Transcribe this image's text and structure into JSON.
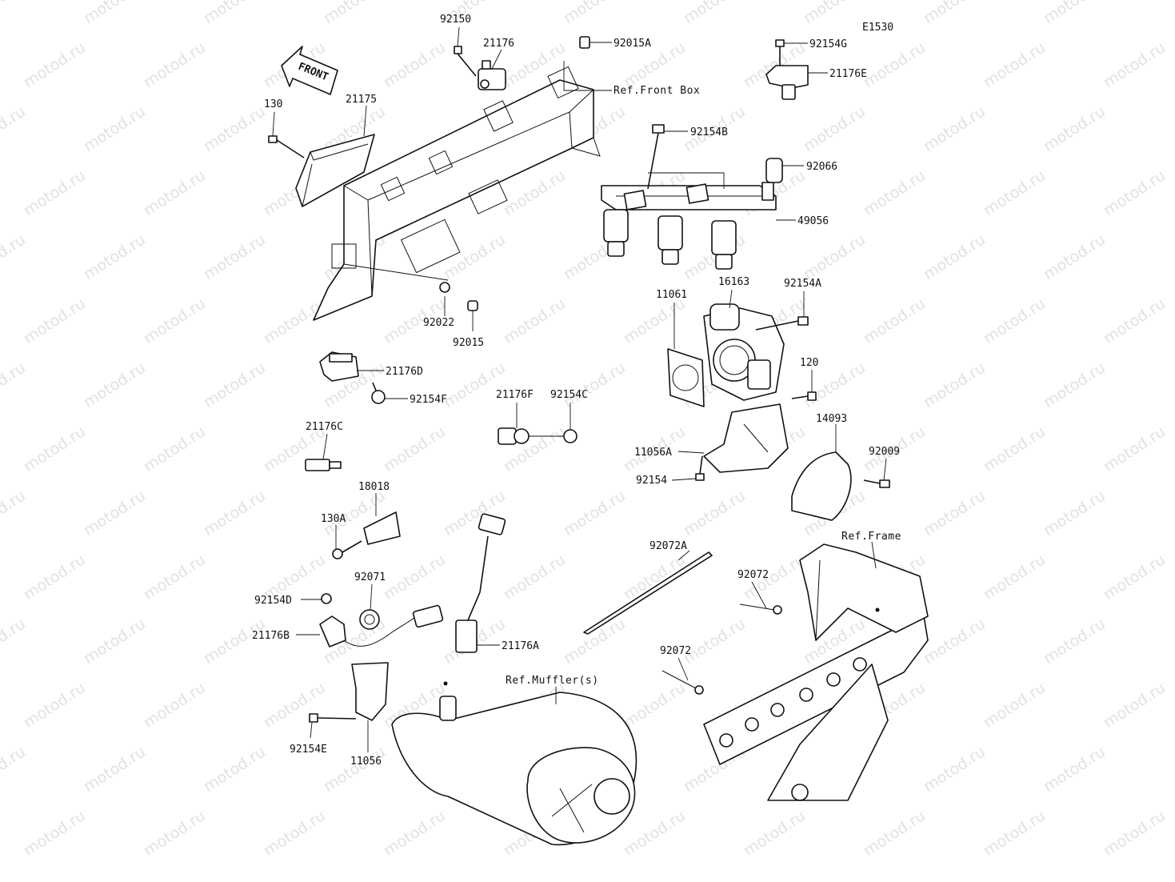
{
  "diagram": {
    "code": "E1530",
    "arrow_text": "FRONT",
    "references": {
      "front_box": "Ref.Front Box",
      "frame": "Ref.Frame",
      "mufflers": "Ref.Muffler(s)"
    },
    "parts": {
      "p92150": "92150",
      "p21176": "21176",
      "p92015A": "92015A",
      "p92154G": "92154G",
      "p21176E": "21176E",
      "p130": "130",
      "p21175": "21175",
      "p92154B": "92154B",
      "p92066": "92066",
      "p49056": "49056",
      "p16163": "16163",
      "p92154A": "92154A",
      "p11061": "11061",
      "p92022": "92022",
      "p92015": "92015",
      "p21176D": "21176D",
      "p92154F": "92154F",
      "p21176F": "21176F",
      "p92154C": "92154C",
      "p120": "120",
      "p14093": "14093",
      "p21176C": "21176C",
      "p11056A": "11056A",
      "p92009": "92009",
      "p92154": "92154",
      "p18018": "18018",
      "p130A": "130A",
      "p92072A": "92072A",
      "p92072_a": "92072",
      "p92072_b": "92072",
      "p92071": "92071",
      "p92154D": "92154D",
      "p21176B": "21176B",
      "p21176A": "21176A",
      "p92154E": "92154E",
      "p11056": "11056"
    }
  },
  "watermark": "motod.ru"
}
